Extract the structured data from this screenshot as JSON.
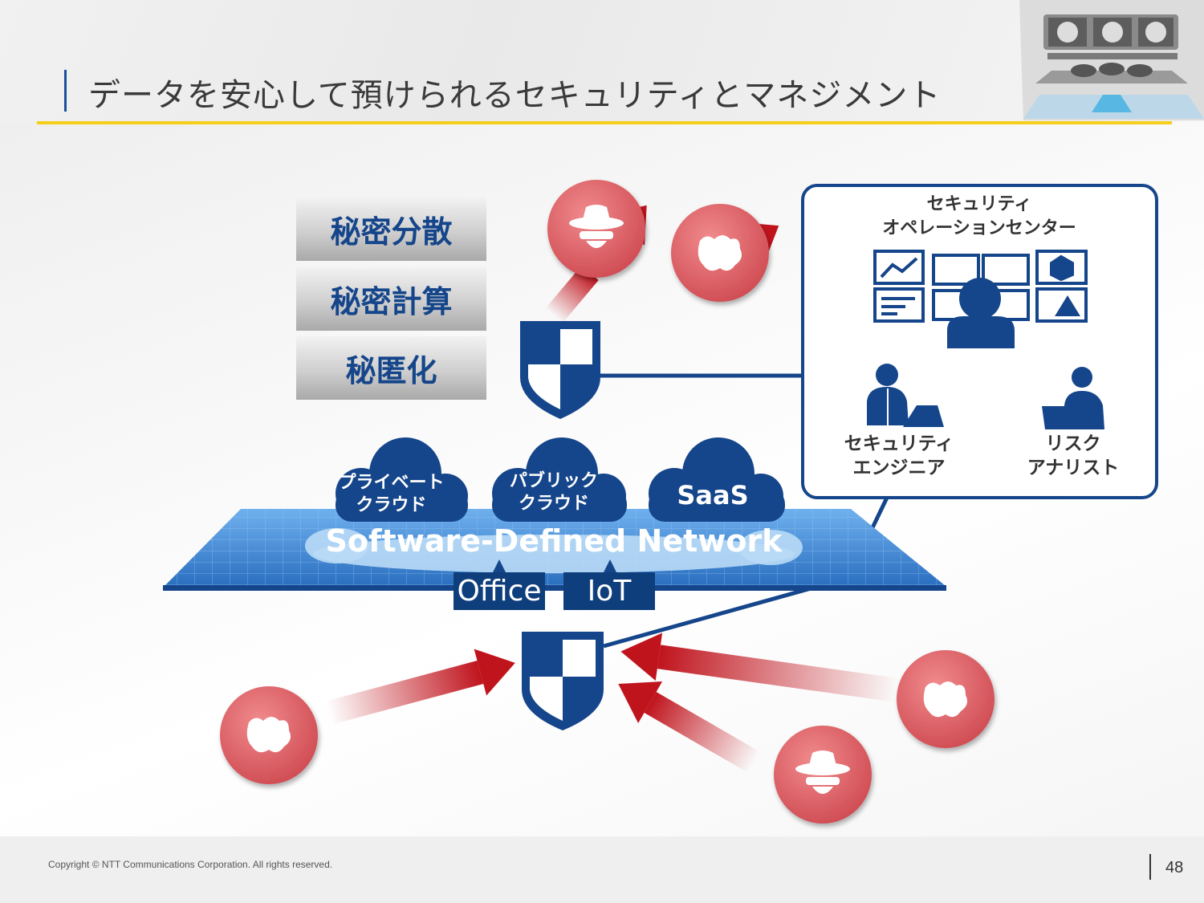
{
  "header": {
    "title": "データを安心して預けられるセキュリティとマネジメント"
  },
  "technologies": {
    "items": [
      {
        "label": "秘密分散"
      },
      {
        "label": "秘密計算"
      },
      {
        "label": "秘匿化"
      }
    ]
  },
  "soc": {
    "title_line1": "セキュリティ",
    "title_line2": "オペレーションセンター",
    "engineer_line1": "セキュリティ",
    "engineer_line2": "エンジニア",
    "analyst_line1": "リスク",
    "analyst_line2": "アナリスト"
  },
  "clouds": {
    "private_line1": "プライベート",
    "private_line2": "クラウド",
    "public_line1": "パブリック",
    "public_line2": "クラウド",
    "saas": "SaaS"
  },
  "network": {
    "label": "Software-Defined Network",
    "office": "Office",
    "iot": "IoT"
  },
  "footer": {
    "copyright": "Copyright © NTT Communications Corporation. All rights reserved.",
    "page_number": "48"
  },
  "colors": {
    "brand_navy": "#15458a",
    "accent_yellow": "#f6cf1a",
    "threat_red": "#d9575c",
    "arrow_red": "#c0141d",
    "network_blue": "#2e78c8"
  },
  "icons": [
    "hacker-icon",
    "virus-icon",
    "shield-icon",
    "cloud-icon",
    "monitor-icon",
    "person-icon"
  ]
}
